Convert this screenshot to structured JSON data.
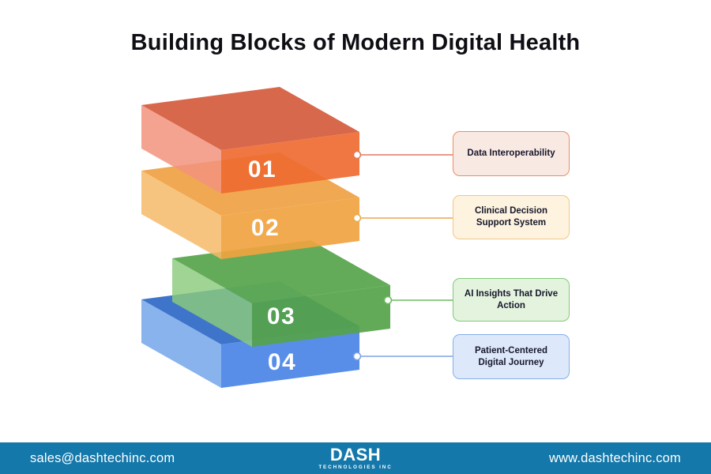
{
  "title": "Building Blocks of Modern Digital Health",
  "diagram": {
    "blocks": [
      {
        "number": "01",
        "label": "Data Interoperability",
        "colors": {
          "top": "#D8684B",
          "left": "#F2937E",
          "front": "#EF6B31",
          "line": "#E2795B",
          "box_bg": "#F9E9E3",
          "box_border": "#E98E67"
        }
      },
      {
        "number": "02",
        "label": "Clinical Decision Support System",
        "colors": {
          "top": "#EFA64C",
          "left": "#F6BA69",
          "front": "#F0A340",
          "line": "#E9A94E",
          "box_bg": "#FDF3DF",
          "box_border": "#F3C689"
        }
      },
      {
        "number": "03",
        "label": "AI Insights That Drive Action",
        "colors": {
          "top": "#5EA854",
          "left": "#8BCB7D",
          "front": "#55A34A",
          "line": "#6CBB60",
          "box_bg": "#E3F3DE",
          "box_border": "#7FCB76"
        }
      },
      {
        "number": "04",
        "label": "Patient-Centered Digital Journey",
        "colors": {
          "top": "#3E74C9",
          "left": "#77A8EA",
          "front": "#4A84E6",
          "line": "#7BA3E5",
          "box_bg": "#DDE9FB",
          "box_border": "#85AEE9"
        }
      }
    ]
  },
  "footer": {
    "bar_color": "#1478AA",
    "email": "sales@dashtechinc.com",
    "website": "www.dashtechinc.com",
    "logo": {
      "text": "DASH",
      "tagline": "TECHNOLOGIES INC"
    }
  }
}
